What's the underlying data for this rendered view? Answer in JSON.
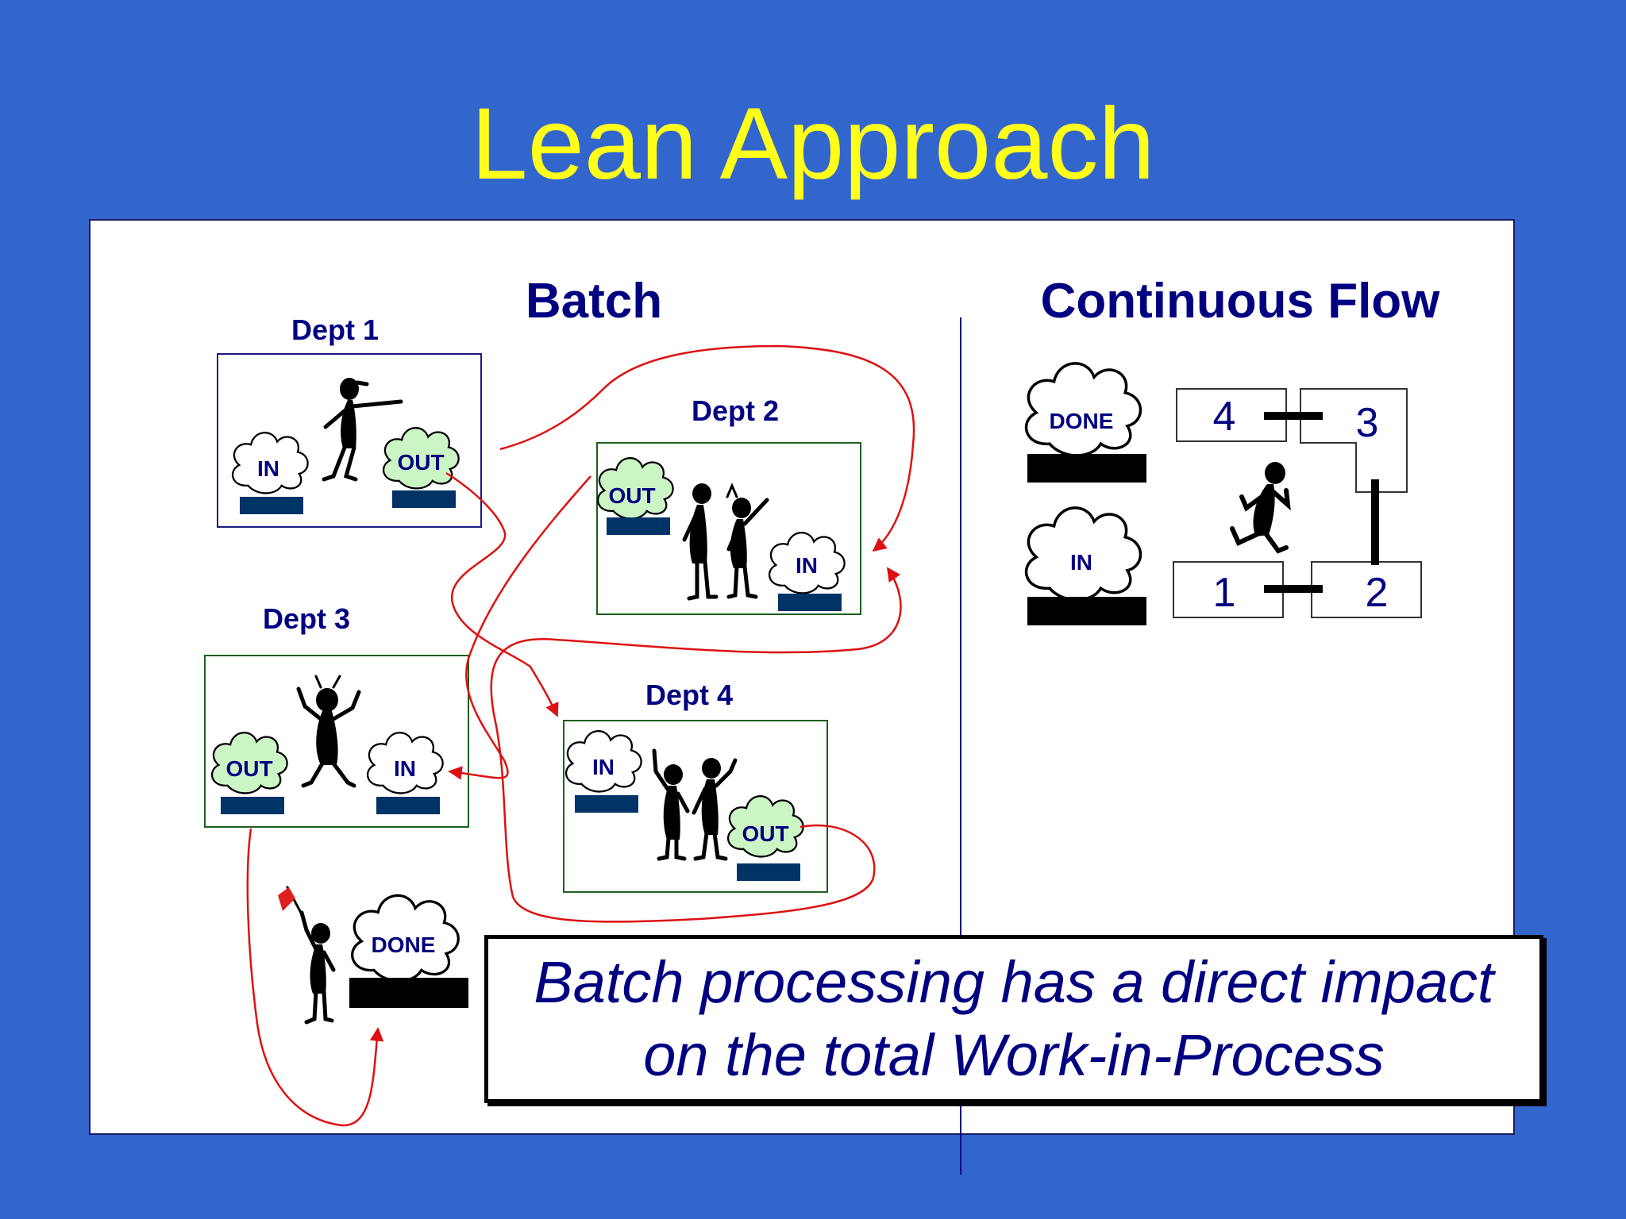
{
  "slide": {
    "title": "Lean Approach"
  },
  "batch": {
    "heading": "Batch",
    "dept1": {
      "label": "Dept 1",
      "in": "IN",
      "out": "OUT"
    },
    "dept2": {
      "label": "Dept 2",
      "in": "IN",
      "out": "OUT"
    },
    "dept3": {
      "label": "Dept 3",
      "in": "IN",
      "out": "OUT"
    },
    "dept4": {
      "label": "Dept 4",
      "in": "IN",
      "out": "OUT"
    },
    "done": "DONE"
  },
  "flow": {
    "heading": "Continuous Flow",
    "done": "DONE",
    "in": "IN",
    "stations": [
      "1",
      "2",
      "3",
      "4"
    ]
  },
  "callout": {
    "line1": "Batch processing has a direct impact",
    "line2": "on the total Work-in-Process"
  },
  "colors": {
    "background": "#3366cc",
    "title": "#ffff1a",
    "text": "#000080",
    "arrow": "#dd1111",
    "cloud_fill": "#ccf5c6",
    "platform": "#003366"
  }
}
